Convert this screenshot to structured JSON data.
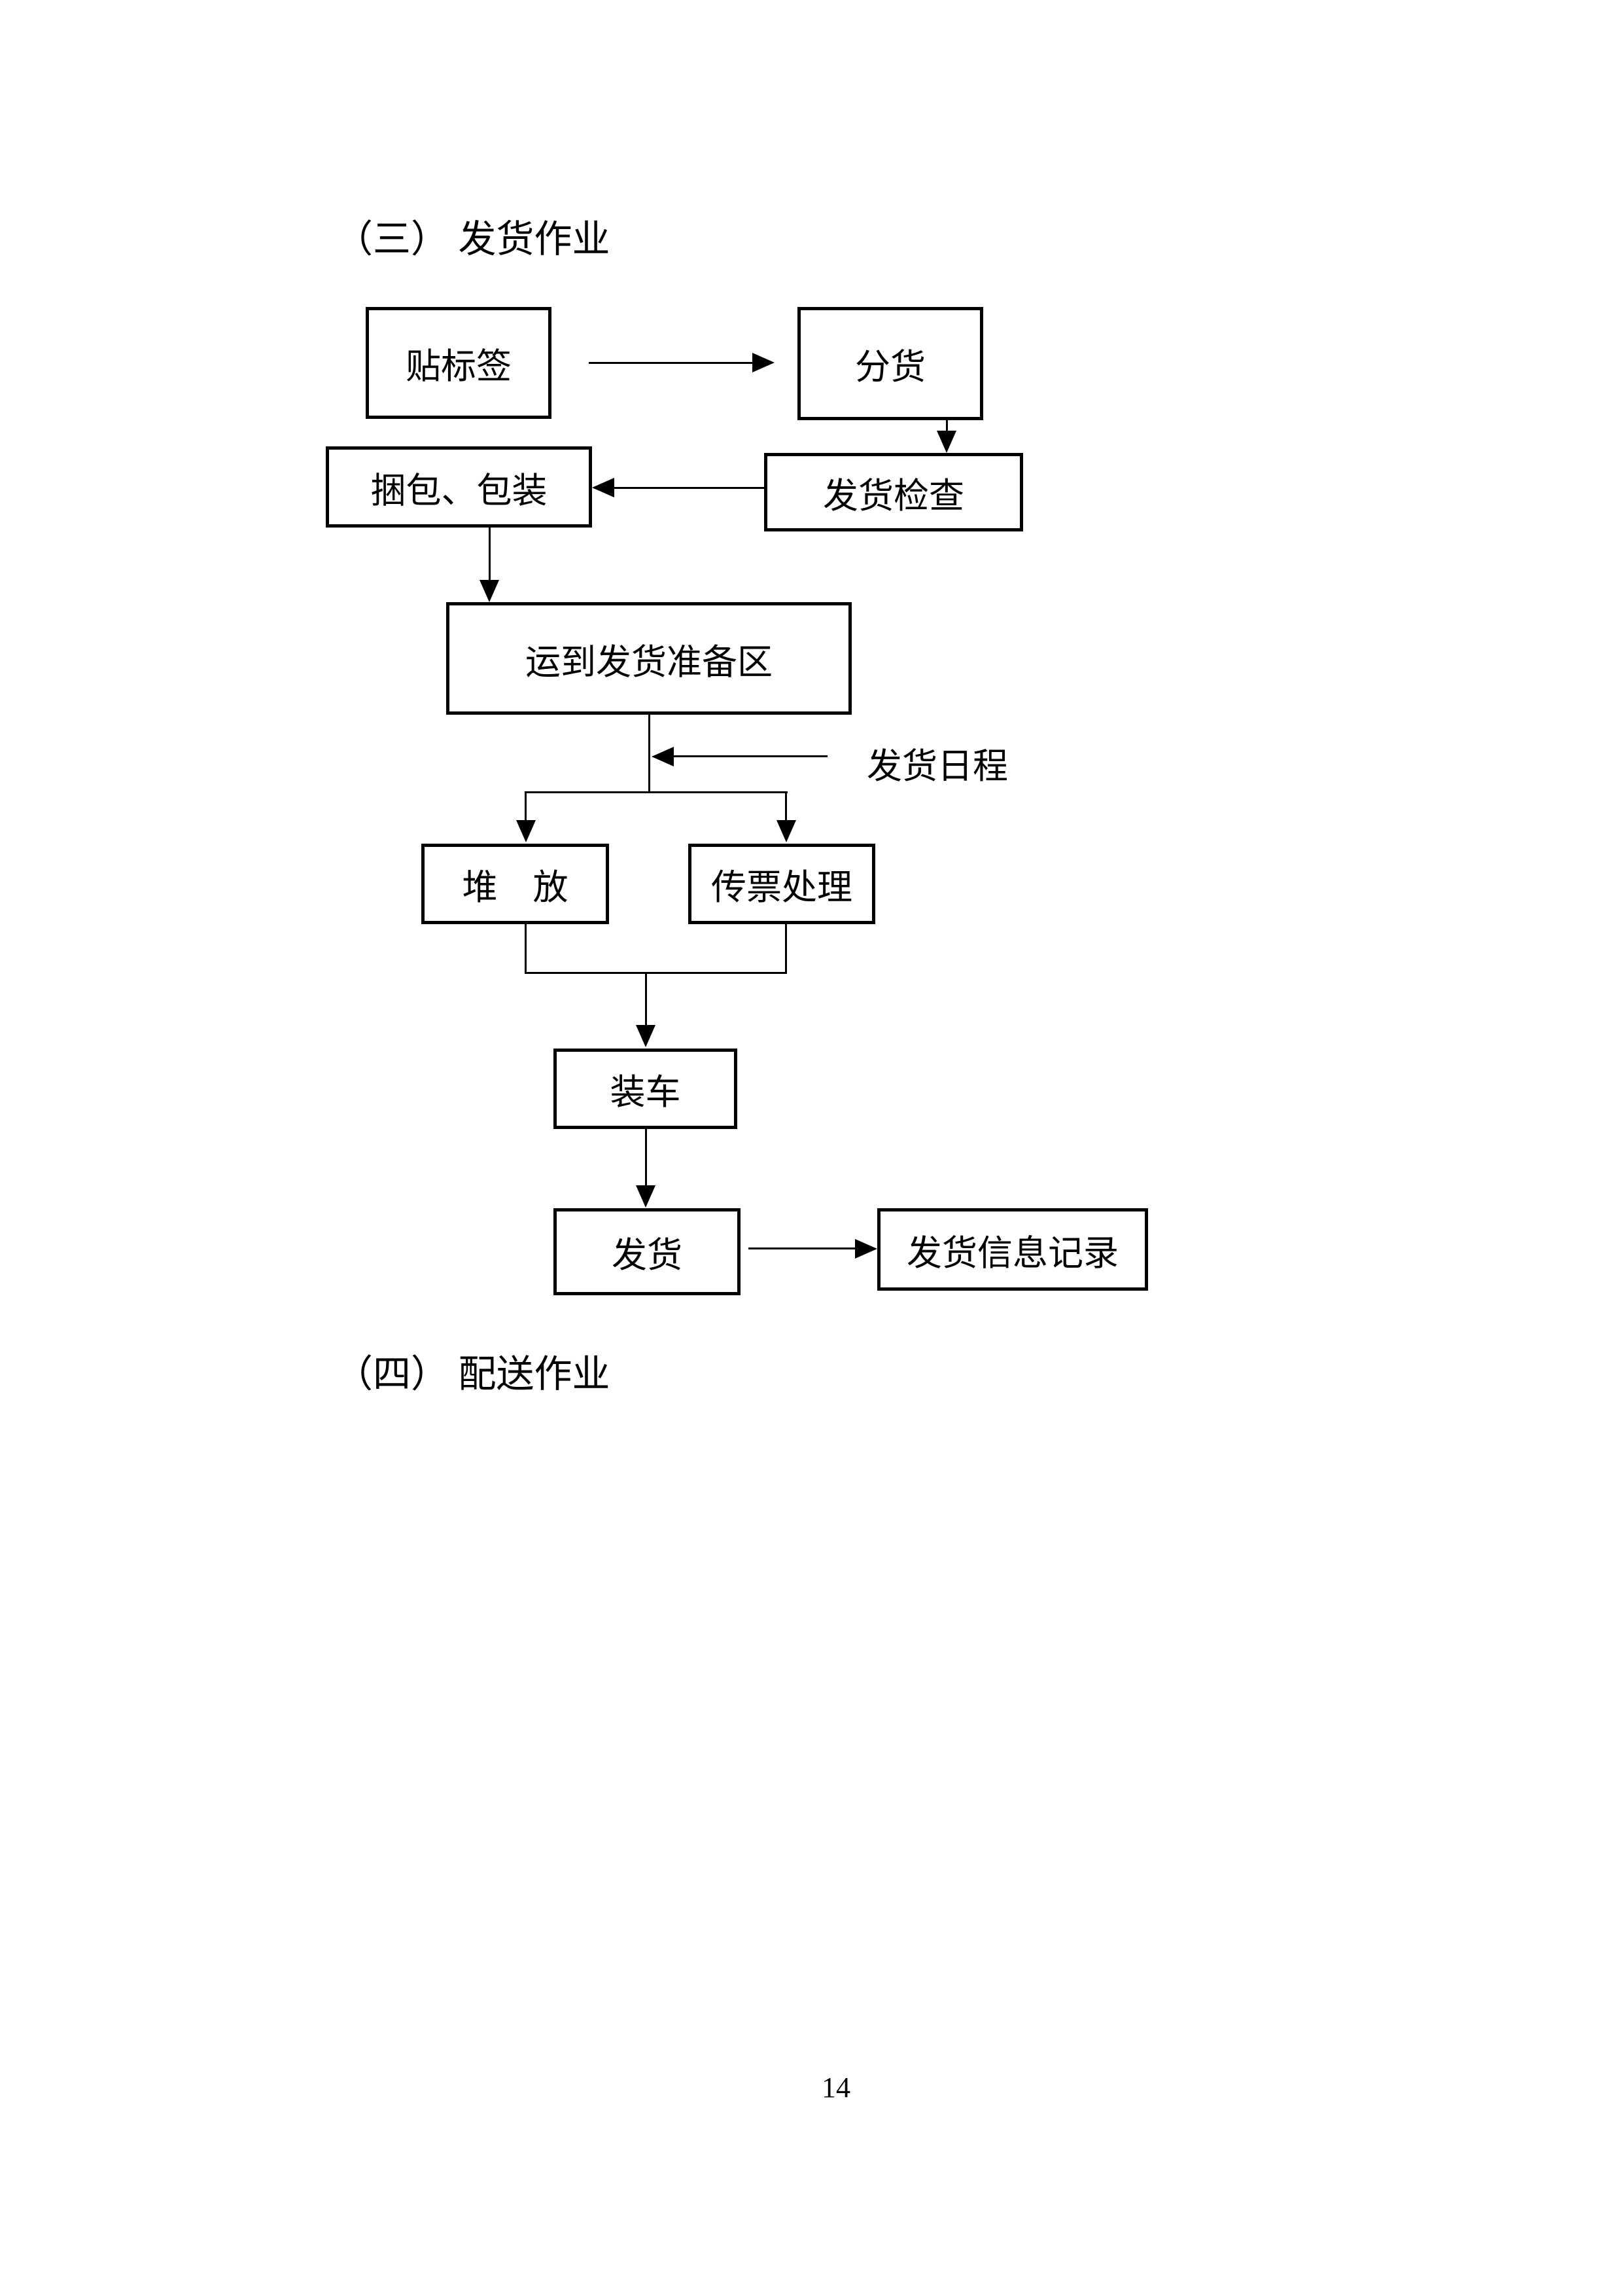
{
  "document": {
    "section3_heading": "（三） 发货作业",
    "section4_heading": "（四） 配送作业",
    "page_number": "14"
  },
  "flowchart": {
    "nodes": {
      "tie_label": "贴标签",
      "sort_goods": "分货",
      "bundle_package": "捆包、包装",
      "shipping_check": "发货检查",
      "move_to_prep_area": "运到发货准备区",
      "stacking": "堆　放",
      "voucher_processing": "传票处理",
      "load_truck": "装车",
      "ship": "发货",
      "shipping_info_record": "发货信息记录"
    },
    "annotation": {
      "shipping_schedule": "发货日程"
    },
    "edges": [
      {
        "from": "tie_label",
        "to": "sort_goods"
      },
      {
        "from": "sort_goods",
        "to": "shipping_check"
      },
      {
        "from": "shipping_check",
        "to": "bundle_package"
      },
      {
        "from": "bundle_package",
        "to": "move_to_prep_area"
      },
      {
        "from": "shipping_schedule",
        "to": "main_flow_after_move_to_prep_area"
      },
      {
        "from": "move_to_prep_area",
        "to": "stacking"
      },
      {
        "from": "move_to_prep_area",
        "to": "voucher_processing"
      },
      {
        "from": "stacking",
        "to": "load_truck"
      },
      {
        "from": "voucher_processing",
        "to": "load_truck"
      },
      {
        "from": "load_truck",
        "to": "ship"
      },
      {
        "from": "ship",
        "to": "shipping_info_record"
      }
    ],
    "colors": {
      "ink": "#000000",
      "paper": "#ffffff"
    }
  }
}
